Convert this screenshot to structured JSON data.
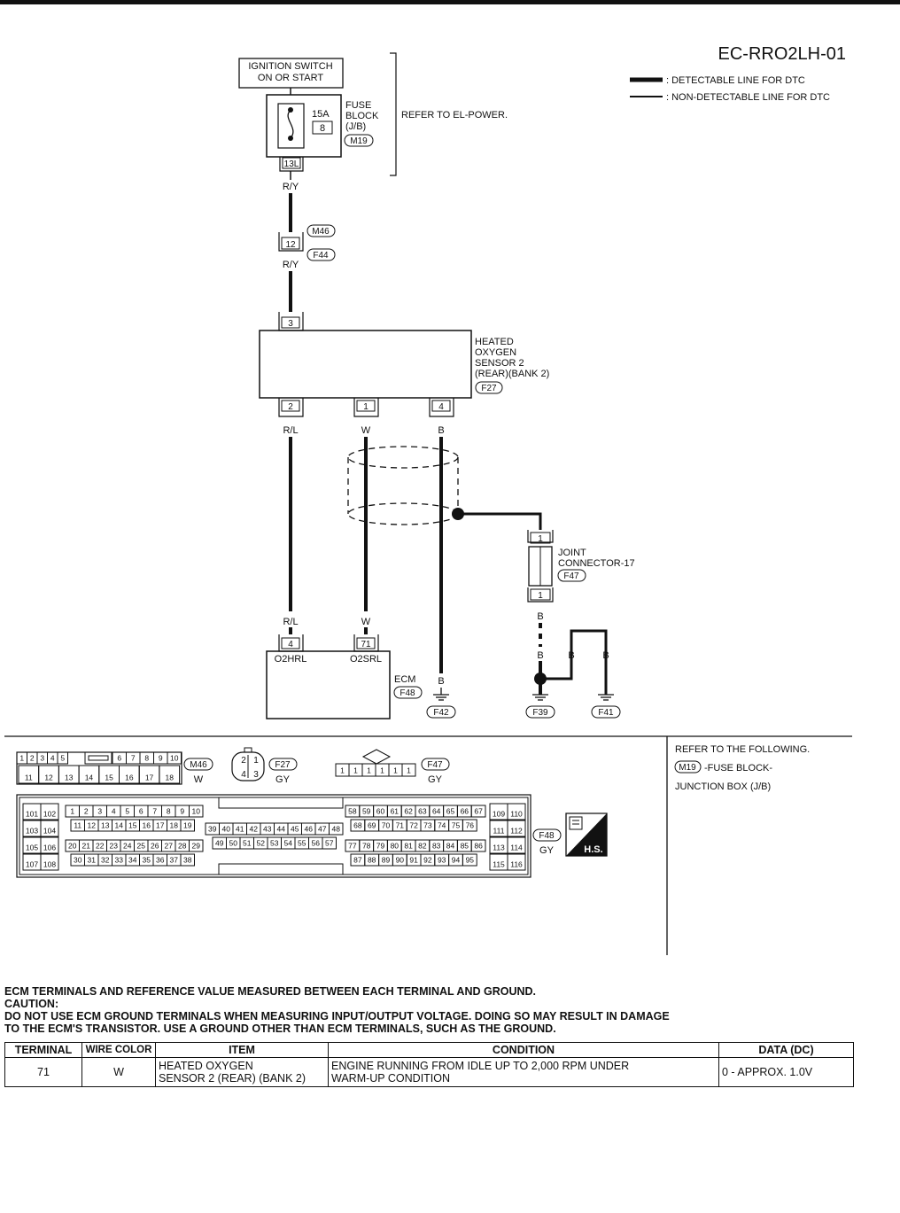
{
  "diagram_id": "EC-RRO2LH-01",
  "legend": {
    "detectable": ": DETECTABLE LINE FOR DTC",
    "non_detectable": ": NON-DETECTABLE LINE FOR DTC"
  },
  "ignition": {
    "line1": "IGNITION SWITCH",
    "line2": "ON OR START"
  },
  "fuse": {
    "amp": "15A",
    "number": "8",
    "label1": "FUSE",
    "label2": "BLOCK",
    "label3": "(J/B)",
    "connector": "M19",
    "terminal": "13L"
  },
  "refer_power": "REFER TO EL-POWER.",
  "wire_ry": "R/Y",
  "conn_m46": {
    "top": "M46",
    "bottom": "F44",
    "terminal": "12"
  },
  "sensor": {
    "line1": "HEATED",
    "line2": "OXYGEN",
    "line3": "SENSOR 2",
    "line4": "(REAR)(BANK 2)",
    "connector": "F27",
    "pin_top": "3",
    "pin_a": "2",
    "pin_b": "1",
    "pin_c": "4"
  },
  "wires": {
    "rl": "R/L",
    "w": "W",
    "b": "B"
  },
  "joint": {
    "line1": "JOINT",
    "line2": "CONNECTOR-17",
    "connector": "F47",
    "pin_top": "1",
    "pin_bottom": "1"
  },
  "ecm": {
    "pin_a": "4",
    "pin_b": "71",
    "label_a": "O2HRL",
    "label_b": "O2SRL",
    "name": "ECM",
    "connector": "F48"
  },
  "grounds": {
    "g1": "F42",
    "g2": "F39",
    "g3": "F41"
  },
  "refer_following": {
    "line1": "REFER TO THE FOLLOWING.",
    "conn": "M19",
    "line2": "-FUSE BLOCK-",
    "line3": "JUNCTION BOX (J/B)"
  },
  "connectors": {
    "m46_row1": [
      "1",
      "2",
      "3",
      "4",
      "5",
      "6",
      "7",
      "8",
      "9",
      "10"
    ],
    "m46_row2": [
      "11",
      "12",
      "13",
      "14",
      "15",
      "16",
      "17",
      "18"
    ],
    "m46_id": "M46",
    "m46_color": "W",
    "f27_pins": [
      "2",
      "1",
      "4",
      "3"
    ],
    "f27_id": "F27",
    "f27_color": "GY",
    "f47_pins": [
      "1",
      "1",
      "1",
      "1",
      "1",
      "1"
    ],
    "f47_id": "F47",
    "f47_color": "GY",
    "f48_id": "F48",
    "f48_color": "GY",
    "hs_label": "H.S.",
    "ecm_left_rows": [
      [
        "101",
        "102"
      ],
      [
        "103",
        "104"
      ],
      [
        "105",
        "106"
      ],
      [
        "107",
        "108"
      ]
    ],
    "ecm_rows_a": [
      [
        "1",
        "2",
        "3",
        "4",
        "5",
        "6",
        "7",
        "8",
        "9",
        "10"
      ],
      [
        "11",
        "12",
        "13",
        "14",
        "15",
        "16",
        "17",
        "18",
        "19"
      ],
      [
        "20",
        "21",
        "22",
        "23",
        "24",
        "25",
        "26",
        "27",
        "28",
        "29"
      ],
      [
        "30",
        "31",
        "32",
        "33",
        "34",
        "35",
        "36",
        "37",
        "38"
      ]
    ],
    "ecm_rows_b": [
      [
        "39",
        "40",
        "41",
        "42",
        "43",
        "44",
        "45",
        "46",
        "47",
        "48"
      ],
      [
        "49",
        "50",
        "51",
        "52",
        "53",
        "54",
        "55",
        "56",
        "57"
      ]
    ],
    "ecm_rows_c": [
      [
        "58",
        "59",
        "60",
        "61",
        "62",
        "63",
        "64",
        "65",
        "66",
        "67"
      ],
      [
        "68",
        "69",
        "70",
        "71",
        "72",
        "73",
        "74",
        "75",
        "76"
      ],
      [
        "77",
        "78",
        "79",
        "80",
        "81",
        "82",
        "83",
        "84",
        "85",
        "86"
      ],
      [
        "87",
        "88",
        "89",
        "90",
        "91",
        "92",
        "93",
        "94",
        "95"
      ]
    ],
    "ecm_right_rows": [
      [
        "109",
        "110"
      ],
      [
        "111",
        "112"
      ],
      [
        "113",
        "114"
      ],
      [
        "115",
        "116"
      ]
    ]
  },
  "notes": {
    "line1": "ECM TERMINALS AND REFERENCE VALUE MEASURED BETWEEN EACH TERMINAL AND GROUND.",
    "line2": "CAUTION:",
    "line3": "DO NOT USE ECM GROUND TERMINALS WHEN MEASURING INPUT/OUTPUT VOLTAGE. DOING SO MAY RESULT IN DAMAGE",
    "line4": "TO THE ECM'S TRANSISTOR. USE A GROUND OTHER THAN ECM TERMINALS, SUCH AS THE GROUND."
  },
  "table": {
    "headers": {
      "terminal": "TERMINAL",
      "wire": "WIRE COLOR",
      "item": "ITEM",
      "condition": "CONDITION",
      "data": "DATA (DC)"
    },
    "row": {
      "terminal": "71",
      "wire": "W",
      "item1": "HEATED OXYGEN",
      "item2": "SENSOR 2 (REAR) (BANK 2)",
      "cond1": "ENGINE RUNNING FROM IDLE UP TO 2,000 RPM UNDER",
      "cond2": "WARM-UP CONDITION",
      "data": "0 - APPROX. 1.0V"
    }
  }
}
